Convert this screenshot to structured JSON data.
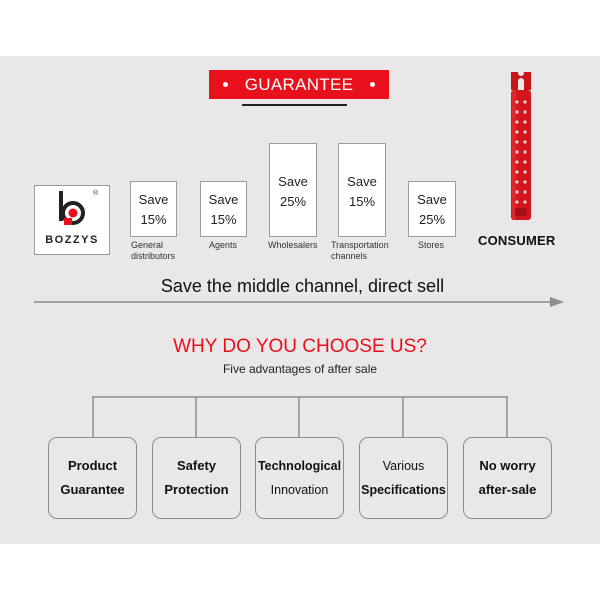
{
  "header": {
    "title": "GUARANTEE"
  },
  "logo": {
    "brand": "BOZZYS",
    "trademark": "®"
  },
  "channels": [
    {
      "save": "Save",
      "percent": "15%",
      "label": [
        "General",
        "distributors"
      ]
    },
    {
      "save": "Save",
      "percent": "15%",
      "label": [
        "Agents"
      ]
    },
    {
      "save": "Save",
      "percent": "25%",
      "label": [
        "Wholesalers"
      ]
    },
    {
      "save": "Save",
      "percent": "15%",
      "label": [
        "Transportation",
        "channels"
      ]
    },
    {
      "save": "Save",
      "percent": "25%",
      "label": [
        "Stores"
      ]
    }
  ],
  "consumer": {
    "label": "CONSUMER"
  },
  "slogan": "Save the middle channel, direct sell",
  "why": {
    "title": "WHY DO YOU CHOOSE US?",
    "subtitle": "Five advantages of after sale"
  },
  "advantages": [
    {
      "line1": "Product",
      "line2": "Guarantee"
    },
    {
      "line1": "Safety",
      "line2": "Protection"
    },
    {
      "line1": "Technological",
      "line2": "Innovation"
    },
    {
      "line1": "Various",
      "line2": "Specifications"
    },
    {
      "line1": "No worry",
      "line2": "after-sale"
    }
  ],
  "colors": {
    "accent": "#e8111b",
    "panel": "#e9e7e8",
    "box_border": "#9c9c9c"
  }
}
